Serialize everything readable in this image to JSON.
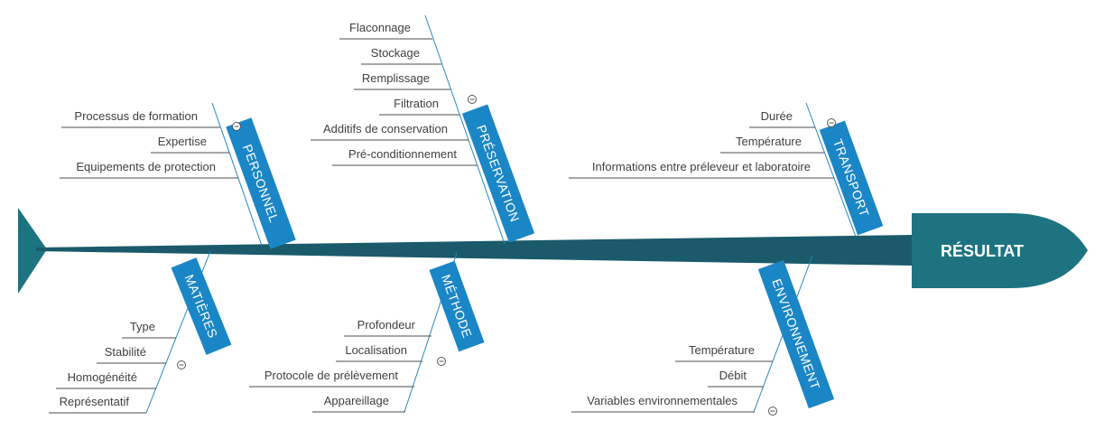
{
  "head": {
    "label": "RÉSULTAT"
  },
  "colors": {
    "spine": "#1a5a6a",
    "head": "#1d7480",
    "category_bg": "#1a86c6",
    "bone": "#2a88c0"
  },
  "icons": {
    "collapse": "minus-circle-icon"
  },
  "categories": [
    {
      "label": "PERSONNEL",
      "causes": [
        "Processus de formation",
        "Expertise",
        "Equipements de protection"
      ]
    },
    {
      "label": "PRÉSERVATION",
      "causes": [
        "Flaconnage",
        "Stockage",
        "Remplissage",
        "Filtration",
        "Additifs de conservation",
        "Pré-conditionnement"
      ]
    },
    {
      "label": "TRANSPORT",
      "causes": [
        "Durée",
        "Température",
        "Informations entre préleveur et laboratoire"
      ]
    },
    {
      "label": "MATIÈRES",
      "causes": [
        "Type",
        "Stabilité",
        "Homogénéité",
        "Représentatif"
      ]
    },
    {
      "label": "MÉTHODE",
      "causes": [
        "Profondeur",
        "Localisation",
        "Protocole de prélèvement",
        "Appareillage"
      ]
    },
    {
      "label": "ENVIRONNEMENT",
      "causes": [
        "Température",
        "Débit",
        "Variables environnementales"
      ]
    }
  ]
}
